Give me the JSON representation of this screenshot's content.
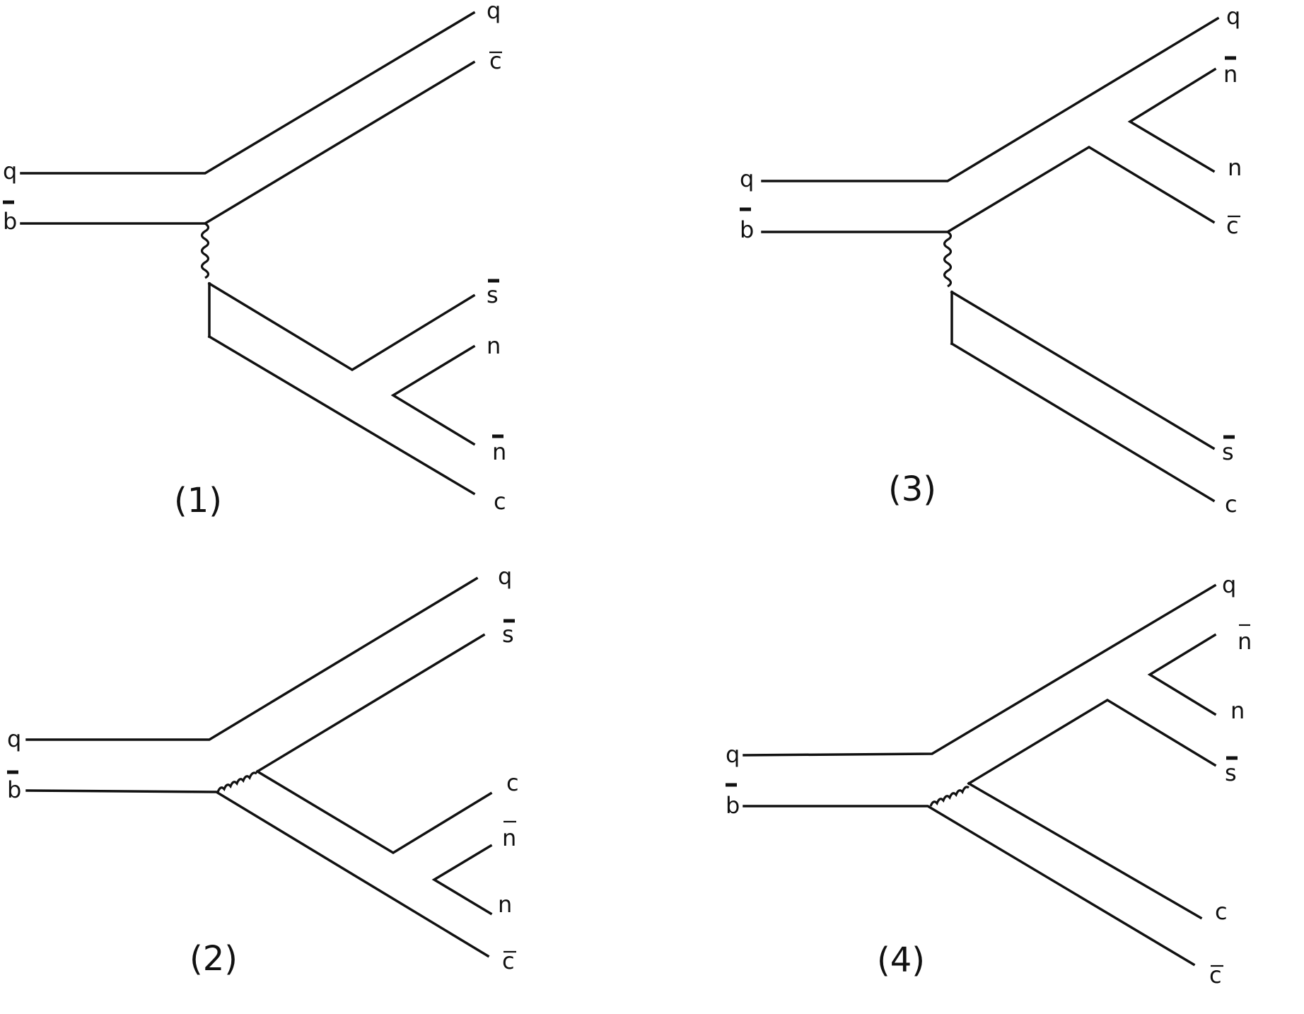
{
  "diagrams": [
    {
      "caption": "(1)",
      "labels": {
        "in_q": "q",
        "in_b": "b",
        "out1": "q",
        "out2": "c",
        "out3": "s",
        "out4": "n",
        "out5": "n",
        "out6": "c"
      }
    },
    {
      "caption": "(2)",
      "labels": {
        "in_q": "q",
        "in_b": "b",
        "out1": "q",
        "out2": "s",
        "out3": "c",
        "out4": "n",
        "out5": "n",
        "out6": "c"
      }
    },
    {
      "caption": "(3)",
      "labels": {
        "in_q": "q",
        "in_b": "b",
        "out1": "q",
        "out2": "n",
        "out3": "n",
        "out4": "c",
        "out5": "s",
        "out6": "c"
      }
    },
    {
      "caption": "(4)",
      "labels": {
        "in_q": "q",
        "in_b": "b",
        "out1": "q",
        "out2": "n",
        "out3": "n",
        "out4": "s",
        "out5": "c",
        "out6": "c"
      }
    }
  ]
}
